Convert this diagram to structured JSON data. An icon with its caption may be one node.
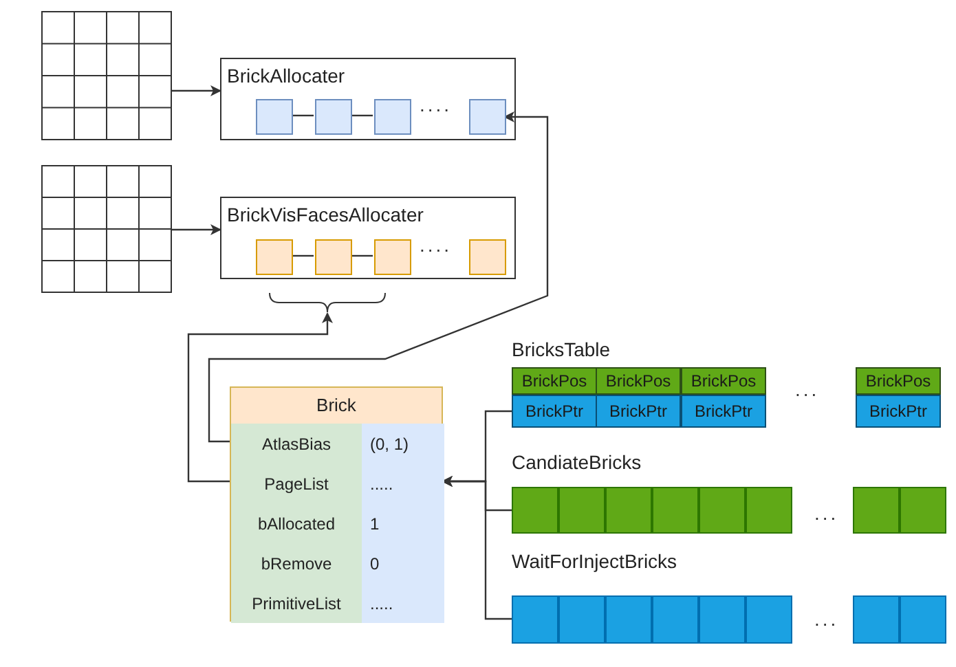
{
  "diagram": {
    "nodes": [
      {
        "text": [],
        "shape": "grid"
      },
      {
        "text": [],
        "shape": "grid"
      },
      {
        "text": [
          "BrickAllocater"
        ]
      },
      {
        "text": [],
        "shape": "box",
        "in": 2
      },
      {
        "text": [],
        "shape": "box",
        "in": 2
      },
      {
        "text": [],
        "shape": "box",
        "in": 2
      },
      {
        "text": [],
        "shape": "box",
        "in": 2
      },
      {
        "text": [
          "BrickVisFacesAllocater"
        ]
      },
      {
        "text": [],
        "shape": "box",
        "in": 7
      },
      {
        "text": [],
        "shape": "box",
        "in": 7
      },
      {
        "text": [],
        "shape": "box",
        "in": 7
      },
      {
        "text": [],
        "shape": "box",
        "in": 7
      },
      {
        "text": [],
        "shape": "brace"
      },
      {
        "text": [
          "Brick"
        ]
      },
      {
        "text": [
          "AtlasBias"
        ],
        "in": 13
      },
      {
        "text": [
          "(0, 1)"
        ],
        "in": 13
      },
      {
        "text": [
          "PageList"
        ],
        "in": 13
      },
      {
        "text": [
          "....."
        ],
        "in": 13
      },
      {
        "text": [
          "bAllocated"
        ],
        "in": 13
      },
      {
        "text": [
          "1"
        ],
        "in": 13
      },
      {
        "text": [
          "bRemove"
        ],
        "in": 13
      },
      {
        "text": [
          "0"
        ],
        "in": 13
      },
      {
        "text": [
          "PrimitiveList"
        ],
        "in": 13
      },
      {
        "text": [
          "....."
        ],
        "in": 13
      },
      {
        "text": [
          "BricksTable"
        ]
      },
      {
        "text": [
          "BrickPos"
        ],
        "in": 24
      },
      {
        "text": [
          "BrickPos"
        ],
        "in": 24
      },
      {
        "text": [
          "BrickPos"
        ],
        "in": 24
      },
      {
        "text": [
          "BrickPos"
        ],
        "in": 24
      },
      {
        "text": [
          "BrickPtr"
        ],
        "in": 24
      },
      {
        "text": [
          "BrickPtr"
        ],
        "in": 24
      },
      {
        "text": [
          "BrickPtr"
        ],
        "in": 24
      },
      {
        "text": [
          "BrickPtr"
        ],
        "in": 24
      },
      {
        "text": [
          "CandiateBricks"
        ]
      },
      {
        "text": [],
        "shape": "box",
        "in": 33
      },
      {
        "text": [],
        "shape": "box",
        "in": 33
      },
      {
        "text": [],
        "shape": "box",
        "in": 33
      },
      {
        "text": [],
        "shape": "box",
        "in": 33
      },
      {
        "text": [],
        "shape": "box",
        "in": 33
      },
      {
        "text": [],
        "shape": "box",
        "in": 33
      },
      {
        "text": [],
        "shape": "box",
        "in": 33
      },
      {
        "text": [],
        "shape": "box",
        "in": 33
      },
      {
        "text": [
          "WaitForInjectBricks"
        ]
      },
      {
        "text": [],
        "shape": "box",
        "in": 42
      },
      {
        "text": [],
        "shape": "box",
        "in": 42
      },
      {
        "text": [],
        "shape": "box",
        "in": 42
      },
      {
        "text": [],
        "shape": "box",
        "in": 42
      },
      {
        "text": [],
        "shape": "box",
        "in": 42
      },
      {
        "text": [],
        "shape": "box",
        "in": 42
      },
      {
        "text": [],
        "shape": "box",
        "in": 42
      },
      {
        "text": [],
        "shape": "box",
        "in": 42
      }
    ],
    "edges": [
      {
        "from": 0,
        "to": 2,
        "arrow": "to"
      },
      {
        "from": 3,
        "to": 4,
        "arrow": "none"
      },
      {
        "from": 4,
        "to": 5,
        "arrow": "none"
      },
      {
        "from": 1,
        "to": 7,
        "arrow": "to"
      },
      {
        "from": 8,
        "to": 9,
        "arrow": "none"
      },
      {
        "from": 9,
        "to": 10,
        "arrow": "none"
      },
      {
        "from": 14,
        "to": 6,
        "arrow": "to"
      },
      {
        "from": 16,
        "to": 12,
        "arrow": "to"
      },
      {
        "from": 29,
        "to": 13,
        "arrow": "to"
      },
      {
        "from": 34,
        "to": 13,
        "arrow": "to"
      },
      {
        "from": 43,
        "to": 13,
        "arrow": "to"
      }
    ],
    "labels": [
      "....",
      "....",
      "...",
      "...",
      "..."
    ]
  }
}
